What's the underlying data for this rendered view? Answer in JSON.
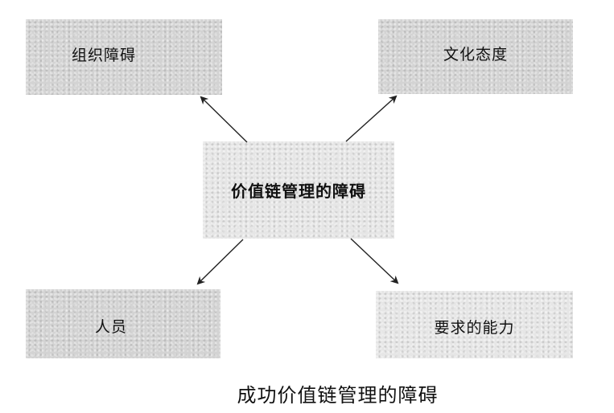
{
  "diagram": {
    "center": {
      "label": "价值链管理的障碍"
    },
    "nodes": [
      {
        "id": "top-left",
        "label": "组织障碍"
      },
      {
        "id": "top-right",
        "label": "文化态度"
      },
      {
        "id": "bottom-left",
        "label": "人员"
      },
      {
        "id": "bottom-right",
        "label": "要求的能力"
      }
    ],
    "edges": [
      {
        "from": "center",
        "to": "top-left"
      },
      {
        "from": "center",
        "to": "top-right"
      },
      {
        "from": "center",
        "to": "bottom-left"
      },
      {
        "from": "center",
        "to": "bottom-right"
      }
    ],
    "caption": "成功价值链管理的障碍",
    "colors": {
      "box_fill": "#d3d3d3",
      "center_fill": "#e6e6e6",
      "arrow": "#222222",
      "text": "#111111"
    }
  }
}
